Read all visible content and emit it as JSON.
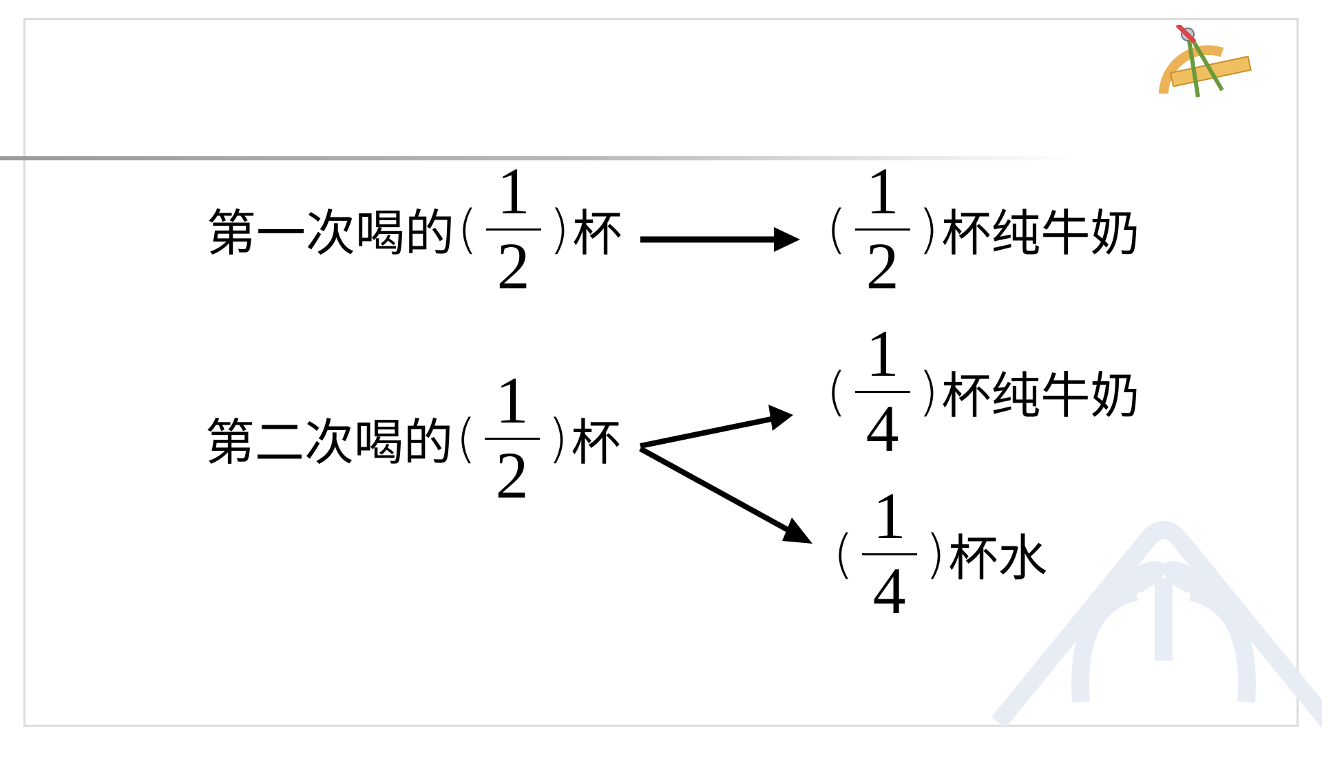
{
  "rows": [
    {
      "id": "row1-left",
      "before": "第一次喝的",
      "numerator": "1",
      "denominator": "2",
      "after": "杯"
    },
    {
      "id": "row1-right",
      "before": "",
      "numerator": "1",
      "denominator": "2",
      "after": "杯纯牛奶"
    },
    {
      "id": "row2-left",
      "before": "第二次喝的",
      "numerator": "1",
      "denominator": "2",
      "after": "杯"
    },
    {
      "id": "row2-right-a",
      "before": "",
      "numerator": "1",
      "denominator": "4",
      "after": "杯纯牛奶"
    },
    {
      "id": "row2-right-b",
      "before": "",
      "numerator": "1",
      "denominator": "4",
      "after": "杯水"
    }
  ],
  "parens": {
    "open": "(",
    "close": ")"
  },
  "icons": {
    "logo": "geometry-tools-icon",
    "watermark": "publisher-watermark-icon"
  },
  "colors": {
    "line": "#000000",
    "frame": "#dcdcdc",
    "watermark": "#e8edf5"
  }
}
